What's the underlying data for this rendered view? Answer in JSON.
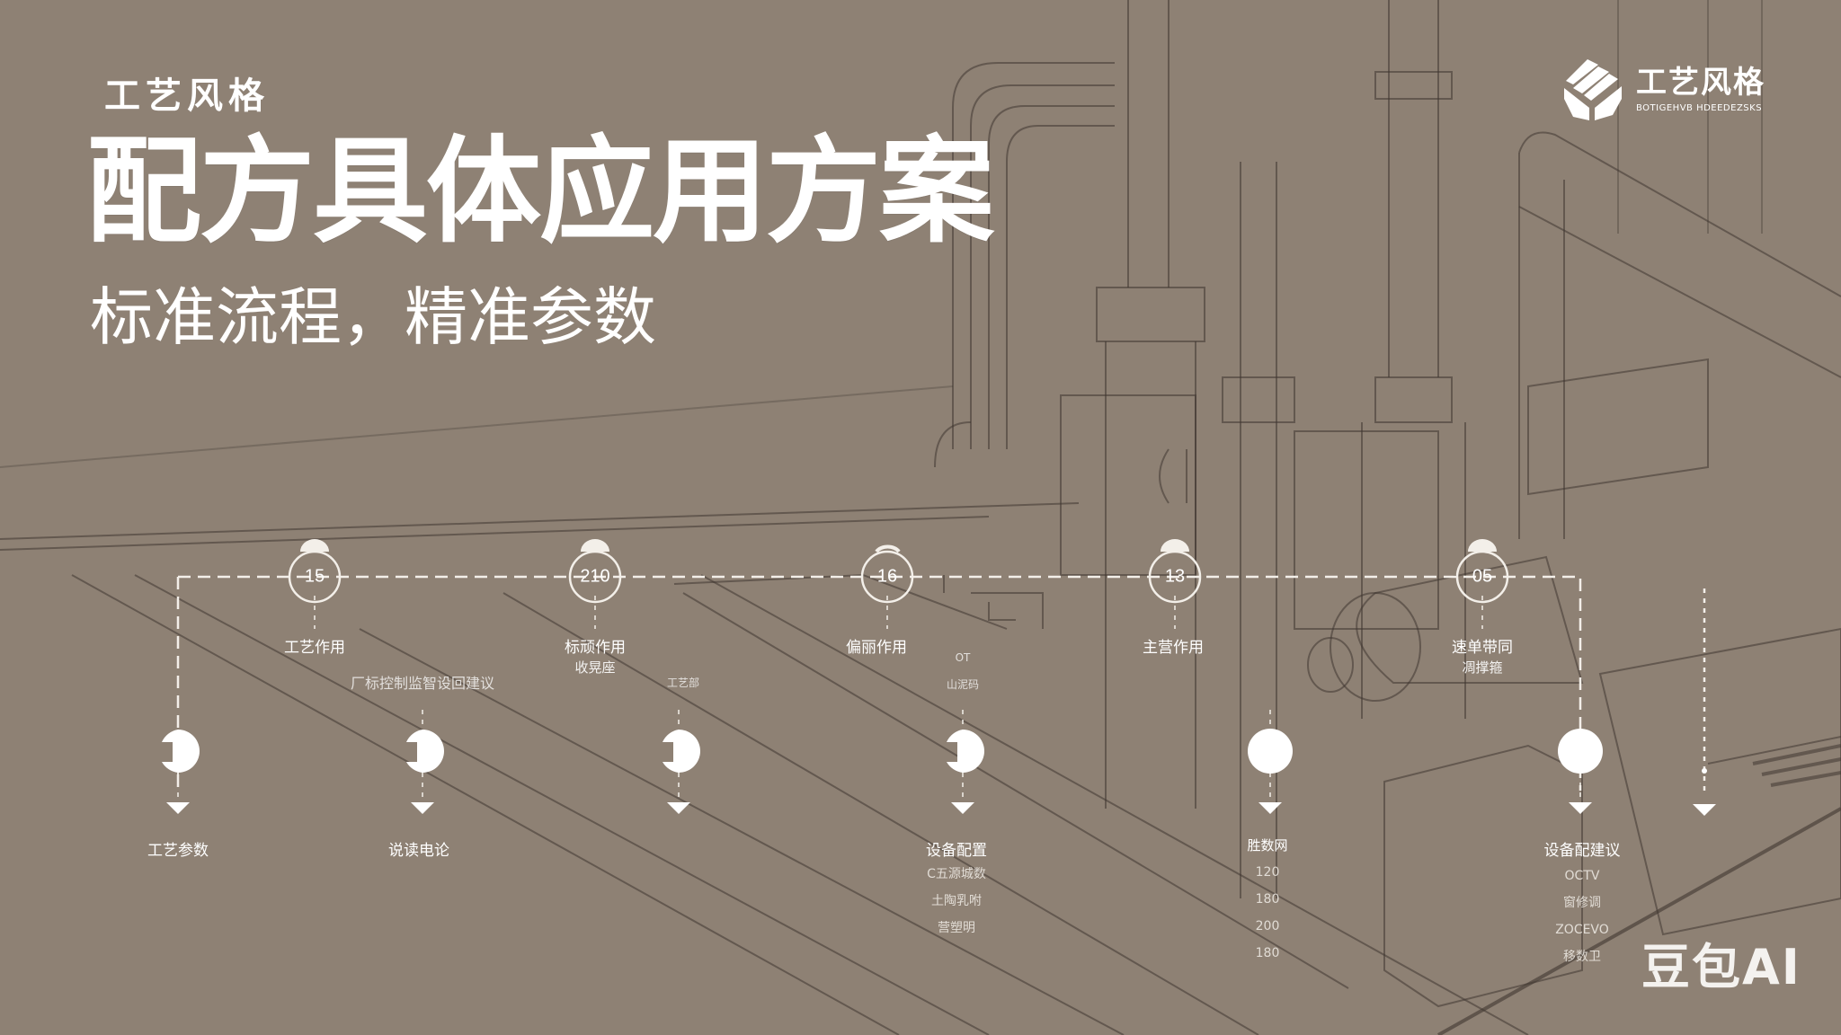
{
  "header": {
    "brand_small": "工艺风格",
    "title": "配方具体应用方案",
    "subtitle": "标准流程，精准参数"
  },
  "logo": {
    "icon": "stacked-layers-icon",
    "title": "工艺风格",
    "tagline": "BOTIGEHVB HDEEDEZSKS"
  },
  "timeline": {
    "line_color": "#f3efe9",
    "top_nodes": [
      {
        "value": "15",
        "label": "工艺作用",
        "sub": ""
      },
      {
        "value": "210",
        "label": "标顽作用",
        "sub": "收晃座"
      },
      {
        "value": "16",
        "label": "偏丽作用",
        "sub": ""
      },
      {
        "value": "13",
        "label": "主营作用",
        "sub": ""
      },
      {
        "value": "05",
        "label": "速单带同",
        "sub": "凋撑箍"
      }
    ],
    "mid_labels": [
      {
        "text": "厂标控制监智设回建议"
      },
      {
        "text": "工艺部"
      },
      {
        "text": "OT"
      },
      {
        "text": "山泥码"
      }
    ],
    "bottom_nodes": [
      {
        "label": "工艺参数",
        "items": []
      },
      {
        "label": "说读电论",
        "items": []
      },
      {
        "label": "",
        "items": []
      },
      {
        "label": "设备配置",
        "items": [
          "C五源城数",
          "土陶乳咐",
          "营塑明"
        ]
      },
      {
        "label": "胜数网",
        "items": [
          "120",
          "180",
          "200",
          "180"
        ]
      },
      {
        "label": "设备配建议",
        "items": [
          "OCTV",
          "窗修调",
          "ZOCEVO",
          "移数卫"
        ]
      },
      {
        "label": "",
        "items": []
      }
    ]
  },
  "watermark": "豆包AI",
  "colors": {
    "background": "#8e8174",
    "text": "#ffffff",
    "sketch_line": "#3b342e"
  }
}
